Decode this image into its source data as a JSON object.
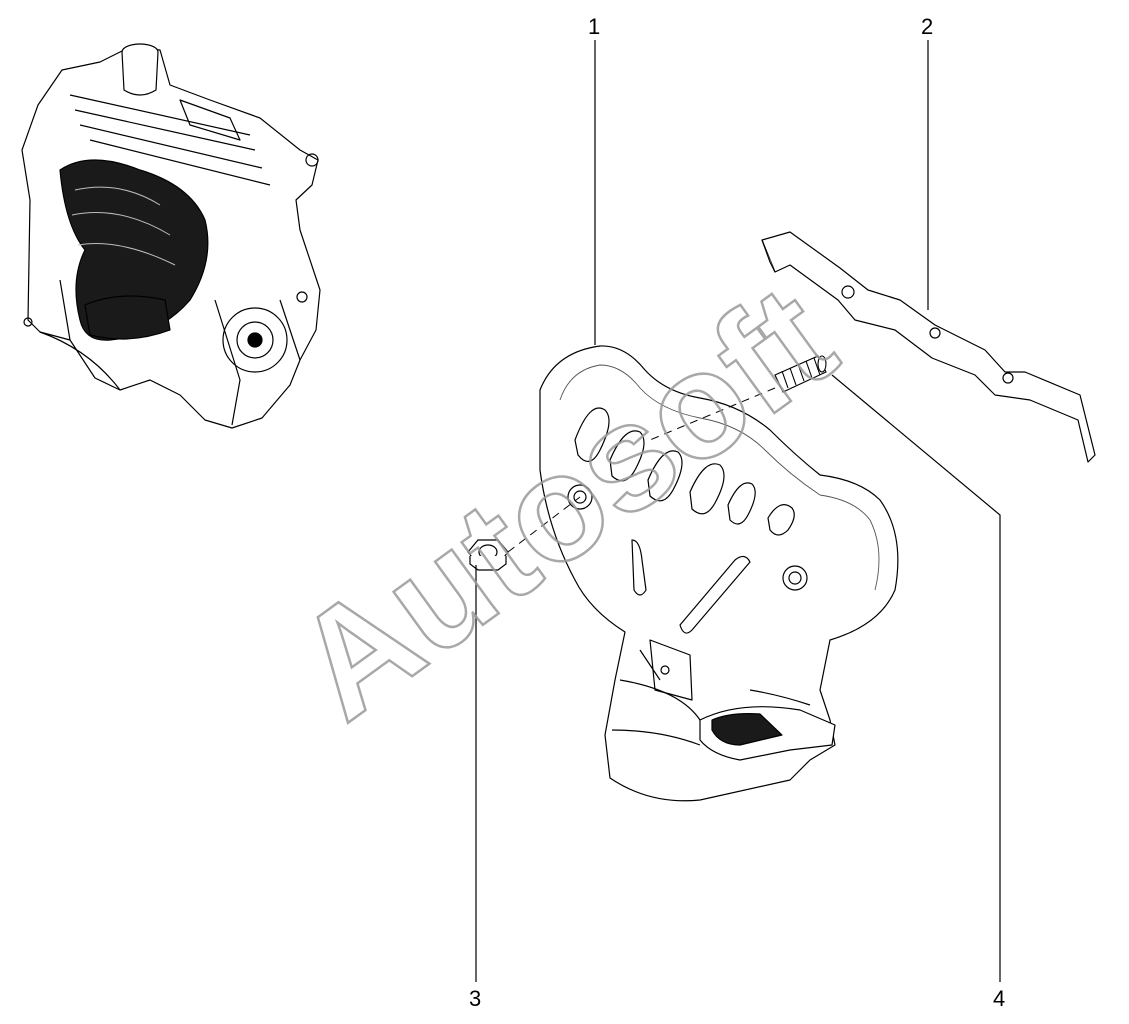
{
  "callouts": [
    {
      "id": "1",
      "label": "1"
    },
    {
      "id": "2",
      "label": "2"
    },
    {
      "id": "3",
      "label": "3"
    },
    {
      "id": "4",
      "label": "4"
    }
  ],
  "watermark": {
    "text": "Autosoft"
  },
  "colors": {
    "line": "#000000",
    "dark_fill": "#1a1a1a",
    "watermark": "#9a9a9a"
  }
}
